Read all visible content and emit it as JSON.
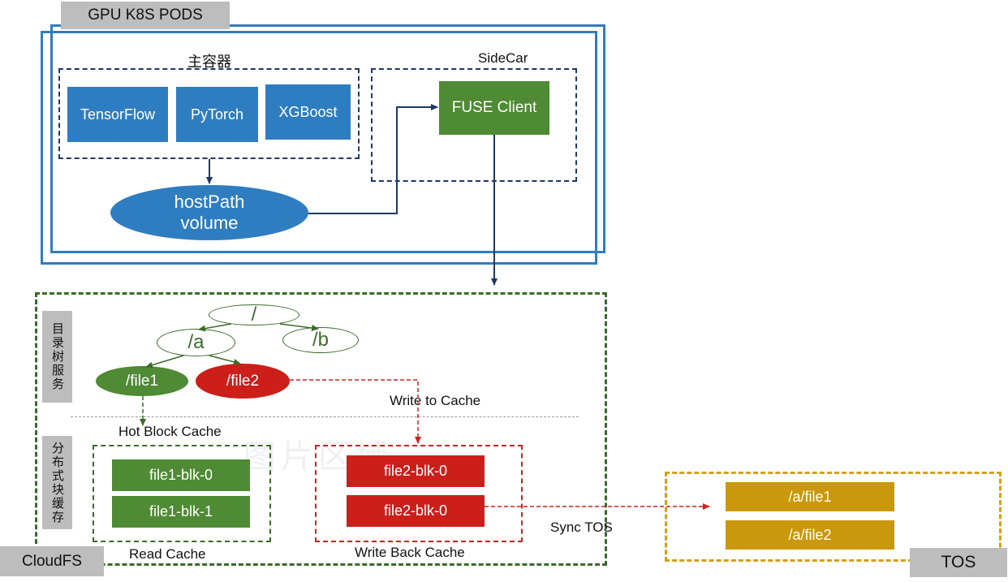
{
  "pods": {
    "tab_label": "GPU K8S PODS"
  },
  "main_container": {
    "label": "主容器",
    "frameworks": [
      "TensorFlow",
      "PyTorch",
      "XGBoost"
    ]
  },
  "sidecar": {
    "label": "SideCar",
    "client": "FUSE Client"
  },
  "host_volume": {
    "line1": "hostPath",
    "line2": "volume"
  },
  "cloudfs": {
    "tab_label": "CloudFS",
    "dir_service_label": "目录树服务",
    "block_cache_label": "分布式块缓存",
    "tree": {
      "root": "/",
      "a": "/a",
      "b": "/b",
      "file1": "/file1",
      "file2": "/file2"
    },
    "hot_block_cache": "Hot Block Cache",
    "write_to_cache": "Write to Cache",
    "read_cache": {
      "label": "Read Cache",
      "blocks": [
        "file1-blk-0",
        "file1-blk-1"
      ]
    },
    "write_back_cache": {
      "label": "Write Back Cache",
      "blocks": [
        "file2-blk-0",
        "file2-blk-0"
      ]
    },
    "sync_tos": "Sync TOS",
    "watermark": "图片区域"
  },
  "tos": {
    "tab_label": "TOS",
    "files": [
      "/a/file1",
      "/a/file2"
    ]
  },
  "colors": {
    "pod_blue": "#2f7dc1",
    "navy": "#1f3864",
    "green": "#4f8a34",
    "red": "#cc1f1a",
    "gold": "#c9980c"
  }
}
